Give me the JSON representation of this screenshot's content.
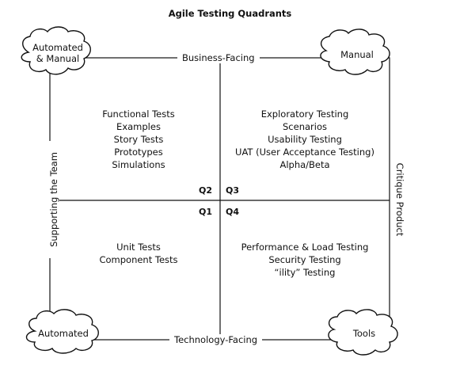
{
  "title": "Agile Testing Quadrants",
  "axes": {
    "top": "Business-Facing",
    "bottom": "Technology-Facing",
    "left": "Supporting the Team",
    "right": "Critique Product"
  },
  "clouds": {
    "top_left": [
      "Automated",
      "& Manual"
    ],
    "top_right": [
      "Manual"
    ],
    "bottom_left": [
      "Automated"
    ],
    "bottom_right": [
      "Tools"
    ]
  },
  "quadrants": {
    "q1": {
      "label": "Q1",
      "items": [
        "Unit Tests",
        "Component Tests"
      ]
    },
    "q2": {
      "label": "Q2",
      "items": [
        "Functional Tests",
        "Examples",
        "Story Tests",
        "Prototypes",
        "Simulations"
      ]
    },
    "q3": {
      "label": "Q3",
      "items": [
        "Exploratory Testing",
        "Scenarios",
        "Usability Testing",
        "UAT (User Acceptance Testing)",
        "Alpha/Beta"
      ]
    },
    "q4": {
      "label": "Q4",
      "items": [
        "Performance & Load Testing",
        "Security Testing",
        "“ility” Testing"
      ]
    }
  }
}
